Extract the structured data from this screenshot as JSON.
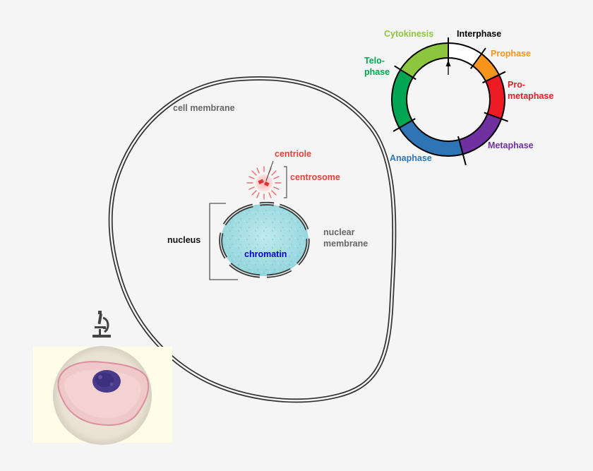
{
  "cell": {
    "cell_membrane": "cell membrane",
    "centriole": "centriole",
    "centrosome": "centrosome",
    "nucleus": "nucleus",
    "chromatin": "chromatin",
    "nuclear_membrane_line1": "nuclear",
    "nuclear_membrane_line2": "membrane"
  },
  "cycle": {
    "cytokinesis": "Cytokinesis",
    "interphase": "Interphase",
    "prophase": "Prophase",
    "prometaphase_line1": "Pro-",
    "prometaphase_line2": "metaphase",
    "metaphase": "Metaphase",
    "anaphase": "Anaphase",
    "telophase_line1": "Telo-",
    "telophase_line2": "phase"
  },
  "colors": {
    "cytokinesis": "#8cc63f",
    "prophase": "#f7941d",
    "prometaphase": "#ed1c24",
    "metaphase": "#7030a0",
    "anaphase": "#2e75b6",
    "telophase": "#00a651",
    "interphase": "#ffffff",
    "centrosome_text": "#e0403c",
    "chromatin_text": "#0000cc",
    "membrane_gray": "#555555"
  },
  "icons": {
    "microscope": "microscope-icon"
  }
}
